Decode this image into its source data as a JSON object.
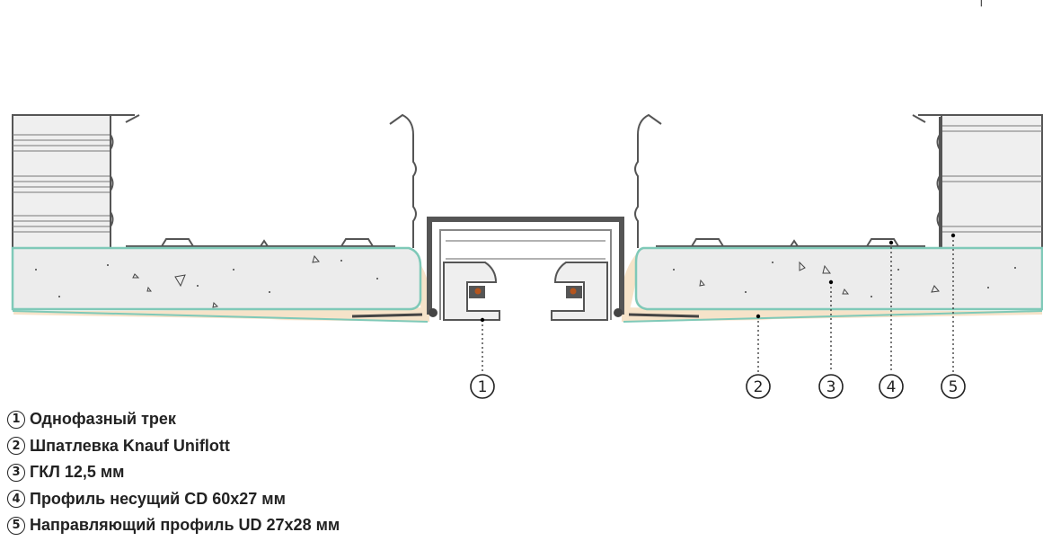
{
  "corner_mark": "|",
  "callouts": [
    "1",
    "2",
    "3",
    "4",
    "5"
  ],
  "legend": [
    {
      "num": "1",
      "text": "Однофазный трек"
    },
    {
      "num": "2",
      "text": "Шпатлевка Knauf Uniflott"
    },
    {
      "num": "3",
      "text": "ГКЛ 12,5 мм"
    },
    {
      "num": "4",
      "text": "Профиль несущий CD 60x27 мм"
    },
    {
      "num": "5",
      "text": "Направляющий профиль UD 27x28 мм"
    }
  ],
  "colors": {
    "board": "#ececec",
    "board_edge": "#7fc9b8",
    "putty": "#f6e3c9",
    "metal": "#555555",
    "profile_fill": "#efefef",
    "contact": "#b5551e"
  }
}
